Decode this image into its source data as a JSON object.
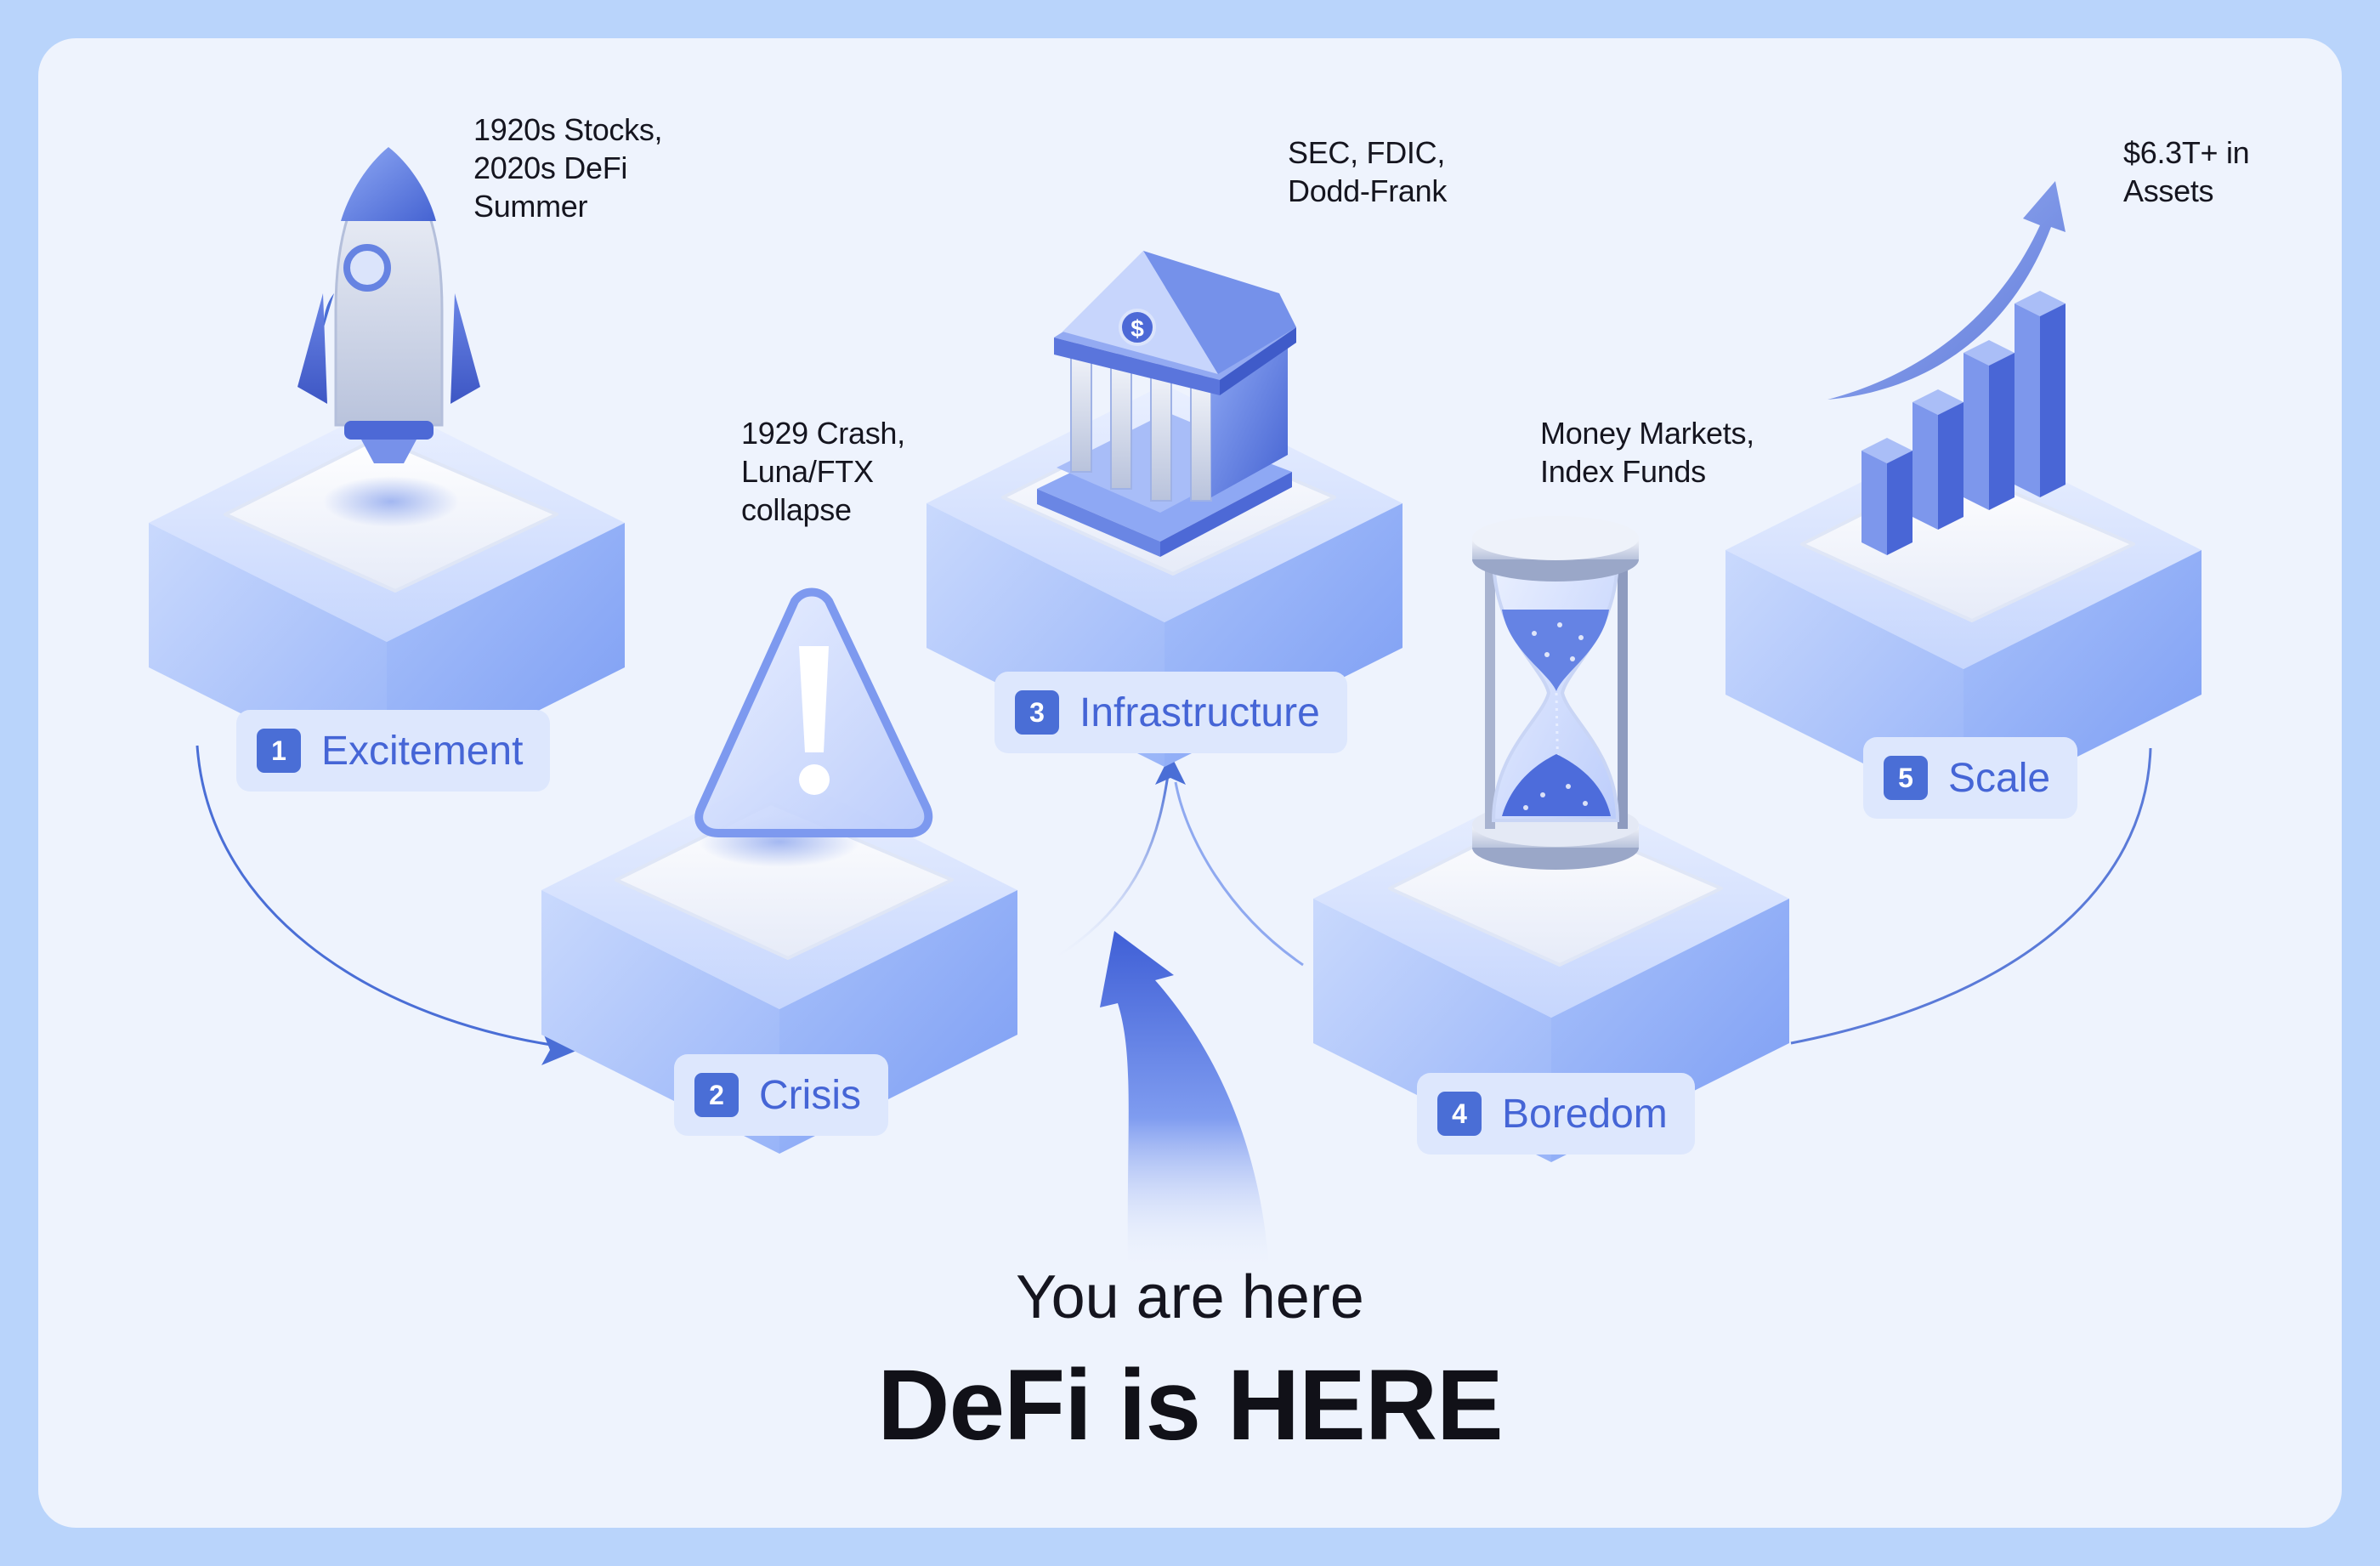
{
  "stages": [
    {
      "number": "1",
      "label": "Excitement",
      "note": [
        "1920s Stocks,",
        "2020s DeFi",
        "Summer"
      ],
      "icon": "rocket-icon"
    },
    {
      "number": "2",
      "label": "Crisis",
      "note": [
        "1929 Crash,",
        "Luna/FTX",
        "collapse"
      ],
      "icon": "warning-icon"
    },
    {
      "number": "3",
      "label": "Infrastructure",
      "note": [
        "SEC, FDIC,",
        "Dodd-Frank"
      ],
      "icon": "bank-icon"
    },
    {
      "number": "4",
      "label": "Boredom",
      "note": [
        "Money Markets,",
        "Index Funds"
      ],
      "icon": "hourglass-icon"
    },
    {
      "number": "5",
      "label": "Scale",
      "note": [
        "$6.3T+ in",
        "Assets"
      ],
      "icon": "growth-chart-icon"
    }
  ],
  "marker": {
    "text": "You are here"
  },
  "headline": "DeFi is HERE",
  "colors": {
    "accent": "#4a6ed6",
    "frame": "#b9d4fb",
    "background": "#eef3fd",
    "label_bg": "#dde7fd"
  }
}
